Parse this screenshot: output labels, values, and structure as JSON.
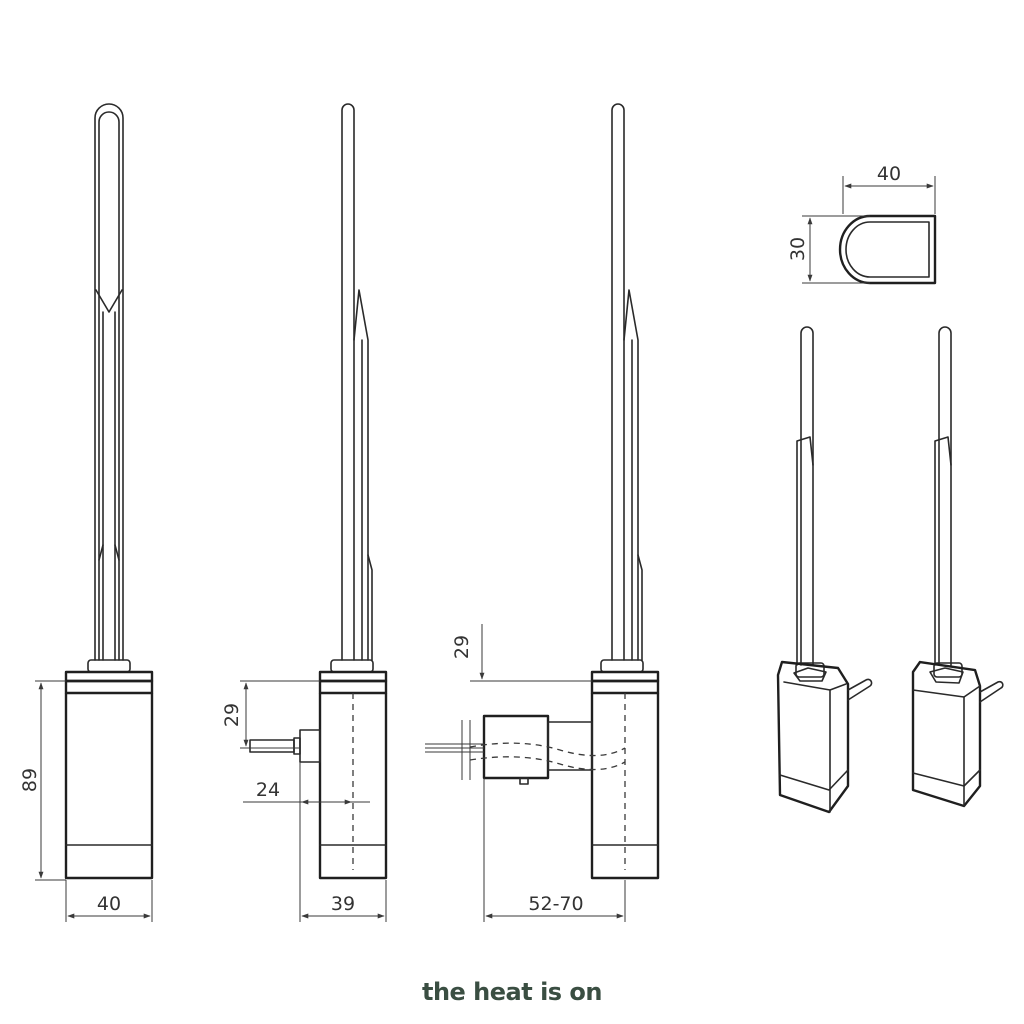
{
  "dimensions": {
    "front_height": "89",
    "front_width": "40",
    "side_top_offset": "29",
    "side_pin_length": "24",
    "side_width": "39",
    "mount_top_offset": "29",
    "mount_depth": "52-70",
    "profile_width": "40",
    "profile_height": "30"
  },
  "brand": {
    "logo_text": "the heat is on",
    "color": "#3a4e42"
  }
}
